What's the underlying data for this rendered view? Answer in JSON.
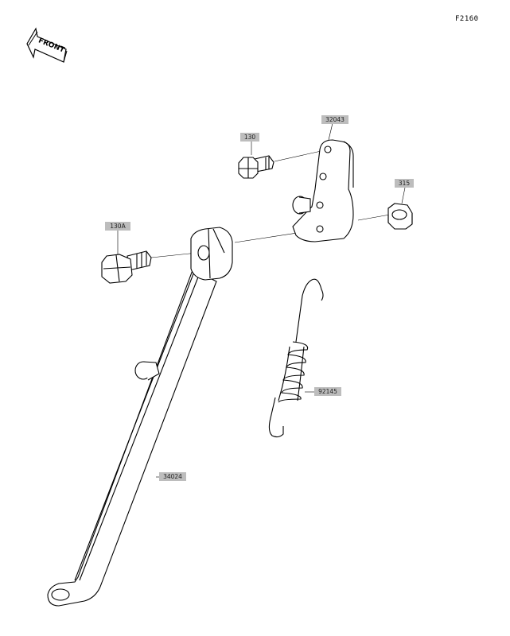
{
  "figure_code": "F2160",
  "front_label": "FRONT",
  "parts": [
    {
      "ref": "32043",
      "part": "bracket"
    },
    {
      "ref": "130",
      "part": "bolt-small"
    },
    {
      "ref": "315",
      "part": "nut"
    },
    {
      "ref": "130A",
      "part": "bolt-large"
    },
    {
      "ref": "92145",
      "part": "spring"
    },
    {
      "ref": "34024",
      "part": "side-stand"
    }
  ]
}
